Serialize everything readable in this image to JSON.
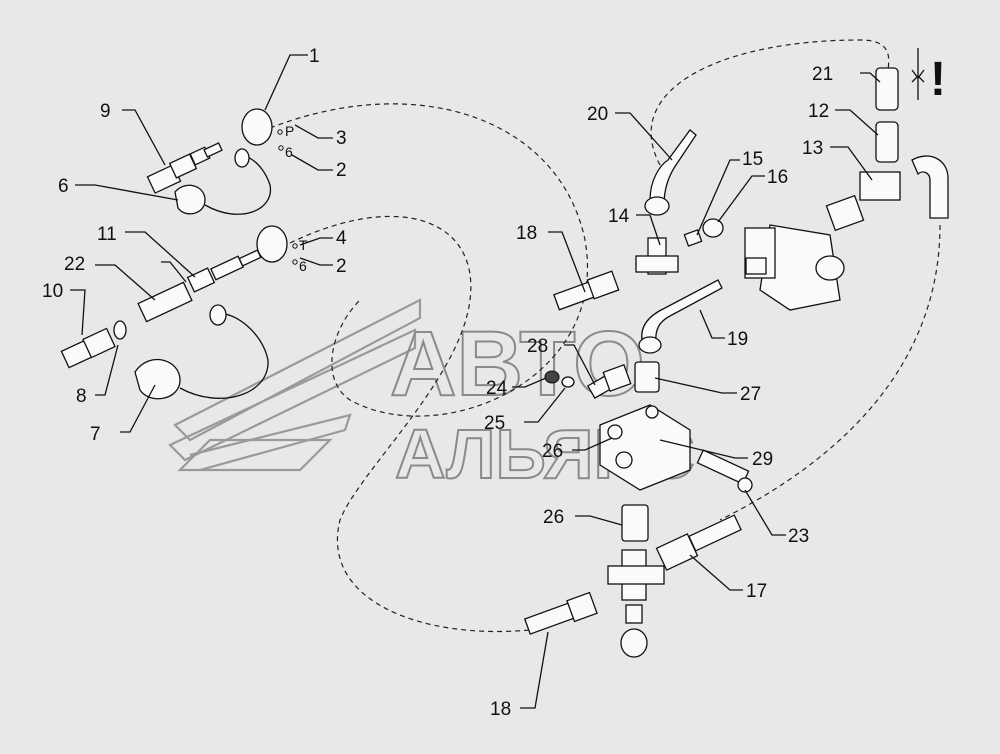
{
  "warning_mark": "!",
  "watermark": {
    "line1": "АВТО",
    "line2": "АЛЬЯНС"
  },
  "callouts": [
    {
      "id": "c1",
      "text": "1"
    },
    {
      "id": "c2a",
      "text": "2"
    },
    {
      "id": "c2b",
      "text": "2"
    },
    {
      "id": "c3",
      "text": "3"
    },
    {
      "id": "c4",
      "text": "4"
    },
    {
      "id": "c6",
      "text": "6"
    },
    {
      "id": "c7",
      "text": "7"
    },
    {
      "id": "c8",
      "text": "8"
    },
    {
      "id": "c9",
      "text": "9"
    },
    {
      "id": "c10",
      "text": "10"
    },
    {
      "id": "c11",
      "text": "11"
    },
    {
      "id": "c12",
      "text": "12"
    },
    {
      "id": "c13",
      "text": "13"
    },
    {
      "id": "c14",
      "text": "14"
    },
    {
      "id": "c15",
      "text": "15"
    },
    {
      "id": "c16",
      "text": "16"
    },
    {
      "id": "c17",
      "text": "17"
    },
    {
      "id": "c18a",
      "text": "18"
    },
    {
      "id": "c18b",
      "text": "18"
    },
    {
      "id": "c19",
      "text": "19"
    },
    {
      "id": "c20",
      "text": "20"
    },
    {
      "id": "c21",
      "text": "21"
    },
    {
      "id": "c22",
      "text": "22"
    },
    {
      "id": "c23",
      "text": "23"
    },
    {
      "id": "c24",
      "text": "24"
    },
    {
      "id": "c25",
      "text": "25"
    },
    {
      "id": "c26a",
      "text": "26"
    },
    {
      "id": "c26b",
      "text": "26"
    },
    {
      "id": "c27",
      "text": "27"
    },
    {
      "id": "c28",
      "text": "28"
    },
    {
      "id": "c29",
      "text": "29"
    }
  ],
  "tags": [
    {
      "id": "t1",
      "text": "P"
    },
    {
      "id": "t2",
      "text": "6"
    },
    {
      "id": "t3",
      "text": "T"
    },
    {
      "id": "t4",
      "text": "6"
    }
  ]
}
